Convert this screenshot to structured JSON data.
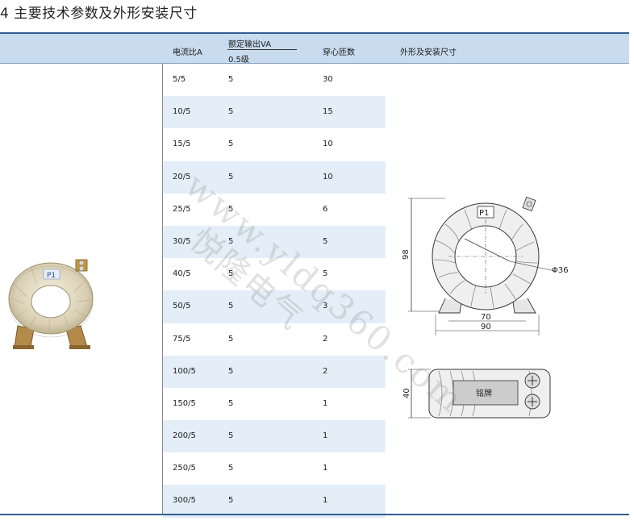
{
  "heading": "4 主要技术参数及外形安装尺寸",
  "table": {
    "headers": {
      "ratio": "电流比A",
      "rated_output": "额定输出VA",
      "accuracy_class": "0.5级",
      "turns": "穿心匝数",
      "dimensions": "外形及安装尺寸"
    },
    "rows": [
      {
        "ratio": "5/5",
        "va": "5",
        "turns": "30"
      },
      {
        "ratio": "10/5",
        "va": "5",
        "turns": "15"
      },
      {
        "ratio": "15/5",
        "va": "5",
        "turns": "10"
      },
      {
        "ratio": "20/5",
        "va": "5",
        "turns": "10"
      },
      {
        "ratio": "25/5",
        "va": "5",
        "turns": "6"
      },
      {
        "ratio": "30/5",
        "va": "5",
        "turns": "5"
      },
      {
        "ratio": "40/5",
        "va": "5",
        "turns": "5"
      },
      {
        "ratio": "50/5",
        "va": "5",
        "turns": "3"
      },
      {
        "ratio": "75/5",
        "va": "5",
        "turns": "2"
      },
      {
        "ratio": "100/5",
        "va": "5",
        "turns": "2"
      },
      {
        "ratio": "150/5",
        "va": "5",
        "turns": "1"
      },
      {
        "ratio": "200/5",
        "va": "5",
        "turns": "1"
      },
      {
        "ratio": "250/5",
        "va": "5",
        "turns": "1"
      },
      {
        "ratio": "300/5",
        "va": "5",
        "turns": "1"
      }
    ]
  },
  "drawing": {
    "front": {
      "terminal": "P1",
      "height": "98",
      "hole_diameter": "Φ36",
      "mount_spacing": "70",
      "base_width": "90"
    },
    "side": {
      "height": "40",
      "nameplate": "铭牌"
    }
  },
  "photo_label": "P1",
  "watermark": {
    "url": "www.yldq360.com",
    "name": "悦隆电气"
  },
  "colors": {
    "header_bg": "#c9dbee",
    "row_alt": "#e3eef8",
    "rule": "#2f5f8f"
  }
}
